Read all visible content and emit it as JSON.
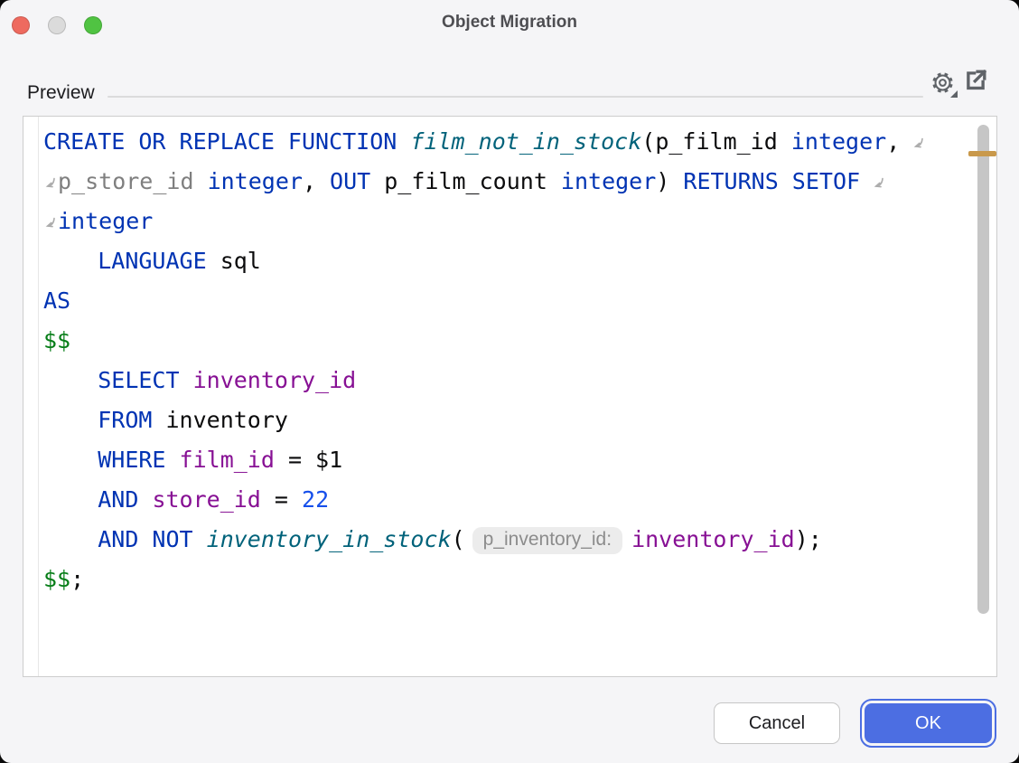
{
  "window": {
    "title": "Object Migration"
  },
  "header": {
    "label": "Preview"
  },
  "icons": {
    "settings": "gear-with-dropdown-arrow",
    "open_external": "arrow-out-of-box",
    "soft_wrap": "curved-down-left-arrow",
    "close": "red-circle",
    "minimize": "gray-circle",
    "zoom": "green-circle"
  },
  "colors": {
    "keyword": "#0033B3",
    "identifier": "#0B0B0C",
    "function_name": "#00627A",
    "unused_param": "#7F7F7F",
    "column": "#871094",
    "number": "#1750EB",
    "string": "#067D17",
    "inlay_text": "#8C8C8C",
    "inlay_bg": "#ECECEC",
    "accent_blue": "#4C6EE2",
    "warning_stripe": "#C9994B",
    "scroll_thumb": "#C6C6C6",
    "close_btn": "#EE6A5F",
    "minimize_btn": "#DBDBDB",
    "zoom_btn": "#50C342"
  },
  "editor": {
    "lines": [
      [
        {
          "t": "CREATE OR REPLACE FUNCTION ",
          "s": "kw"
        },
        {
          "t": "film_not_in_stock",
          "s": "fn"
        },
        {
          "t": "(p_film_id ",
          "s": "pl"
        },
        {
          "t": "integer",
          "s": "kw"
        },
        {
          "t": ",",
          "s": "pl"
        },
        {
          "s": "wrap"
        }
      ],
      [
        {
          "s": "wrap"
        },
        {
          "t": "p_store_id ",
          "s": "un"
        },
        {
          "t": "integer",
          "s": "kw"
        },
        {
          "t": ", ",
          "s": "pl"
        },
        {
          "t": "OUT",
          "s": "kw"
        },
        {
          "t": " p_film_count ",
          "s": "pl"
        },
        {
          "t": "integer",
          "s": "kw"
        },
        {
          "t": ") ",
          "s": "pl"
        },
        {
          "t": "RETURNS SETOF",
          "s": "kw"
        },
        {
          "s": "wrap"
        }
      ],
      [
        {
          "s": "wrap"
        },
        {
          "t": "integer",
          "s": "kw"
        }
      ],
      [
        {
          "t": "    ",
          "s": "pl"
        },
        {
          "t": "LANGUAGE",
          "s": "kw"
        },
        {
          "t": " sql",
          "s": "pl"
        }
      ],
      [
        {
          "t": "AS",
          "s": "kw"
        }
      ],
      [
        {
          "t": "$$",
          "s": "str"
        }
      ],
      [
        {
          "t": "    ",
          "s": "pl"
        },
        {
          "t": "SELECT",
          "s": "kw"
        },
        {
          "t": " ",
          "s": "pl"
        },
        {
          "t": "inventory_id",
          "s": "col"
        }
      ],
      [
        {
          "t": "    ",
          "s": "pl"
        },
        {
          "t": "FROM",
          "s": "kw"
        },
        {
          "t": " inventory",
          "s": "pl"
        }
      ],
      [
        {
          "t": "    ",
          "s": "pl"
        },
        {
          "t": "WHERE",
          "s": "kw"
        },
        {
          "t": " ",
          "s": "pl"
        },
        {
          "t": "film_id",
          "s": "col"
        },
        {
          "t": " = $1",
          "s": "pl"
        }
      ],
      [
        {
          "t": "    ",
          "s": "pl"
        },
        {
          "t": "AND",
          "s": "kw"
        },
        {
          "t": " ",
          "s": "pl"
        },
        {
          "t": "store_id",
          "s": "col"
        },
        {
          "t": " = ",
          "s": "pl"
        },
        {
          "t": "22",
          "s": "num"
        }
      ],
      [
        {
          "t": "    ",
          "s": "pl"
        },
        {
          "t": "AND NOT",
          "s": "kw"
        },
        {
          "t": " ",
          "s": "pl"
        },
        {
          "t": "inventory_in_stock",
          "s": "fn"
        },
        {
          "t": "(",
          "s": "pl"
        },
        {
          "t": "p_inventory_id:",
          "s": "hint"
        },
        {
          "t": "inventory_id",
          "s": "col"
        },
        {
          "t": ");",
          "s": "pl"
        }
      ],
      [
        {
          "t": "$$",
          "s": "str"
        },
        {
          "t": ";",
          "s": "pl"
        }
      ]
    ]
  },
  "footer": {
    "cancel_label": "Cancel",
    "ok_label": "OK"
  }
}
